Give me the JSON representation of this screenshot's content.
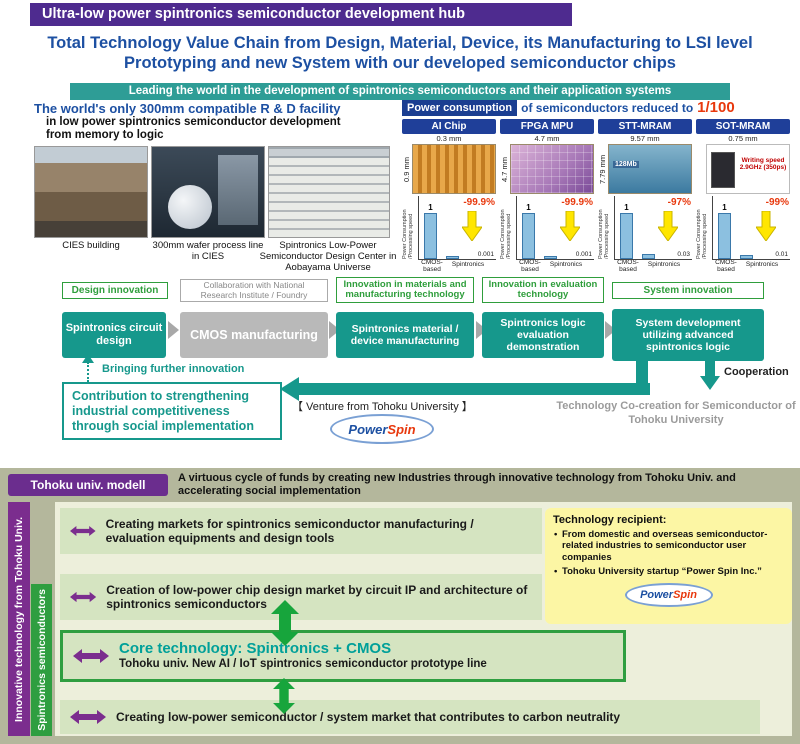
{
  "header": {
    "title": "Ultra-low power spintronics semiconductor development hub",
    "subtitle": "Total Technology Value Chain from Design, Material, Device, its Manufacturing to LSI level Prototyping and new System with our developed semiconductor chips",
    "tagline": "Leading the world in the development of spintronics semiconductors and their application systems"
  },
  "facility": {
    "heading": "The world's only 300mm compatible R & D facility",
    "sub1": "in low power spintronics semiconductor development",
    "sub2": "from memory to logic",
    "captions": [
      "CIES building",
      "300mm wafer process line in CIES",
      "Spintronics Low-Power Semiconductor Design Center in Aobayama Universe"
    ]
  },
  "power": {
    "badge": "Power consumption",
    "rest": "of semiconductors reduced to",
    "fraction": "1/100",
    "y_axis": "Power Consumption /Processing speed",
    "chips": [
      {
        "name": "AI Chip",
        "top_dim": "0.3 mm",
        "side_dim": "0.9 mm",
        "chip_note": "",
        "base": "1",
        "value": "0.001",
        "pct": "-99.9%",
        "x1": "CMOS-based",
        "x2": "Spintronics"
      },
      {
        "name": "FPGA MPU",
        "top_dim": "4.7 mm",
        "side_dim": "4.7 mm",
        "chip_note": "",
        "base": "1",
        "value": "0.001",
        "pct": "-99.9%",
        "x1": "CMOS-based",
        "x2": "Spintronics"
      },
      {
        "name": "STT-MRAM",
        "top_dim": "9.57 mm",
        "side_dim": "7.79 mm",
        "chip_note": "128Mb",
        "base": "1",
        "value": "0.03",
        "pct": "-97%",
        "x1": "CMOS-based",
        "x2": "Spintronics"
      },
      {
        "name": "SOT-MRAM",
        "top_dim": "0.75 mm",
        "side_dim": "",
        "chip_note": "Writing speed 2.9GHz (350ps)",
        "base": "1",
        "value": "0.01",
        "pct": "-99%",
        "x1": "CMOS-based",
        "x2": "Spintronics"
      }
    ]
  },
  "flow": {
    "design_label": "Design innovation",
    "collab": "Collaboration with National Research Institute / Foundry",
    "materials_label": "Innovation in materials and manufacturing technology",
    "evaluation_label": "Innovation in evaluation technology",
    "system_label": "System innovation",
    "steps": [
      "Spintronics circuit design",
      "CMOS manufacturing",
      "Spintronics material / device manufacturing",
      "Spintronics logic evaluation demonstration",
      "System development utilizing advanced spintronics logic"
    ],
    "bringing": "Bringing further innovation",
    "contribution": "Contribution to strengthening industrial competitiveness through social implementation",
    "venture": "【 Venture from Tohoku University 】",
    "cooperation": "Cooperation",
    "cocreation": "Technology Co-creation for Semiconductor of Tohoku University"
  },
  "powerspin": {
    "part1": "Power",
    "part2": "Spin"
  },
  "bottom": {
    "model_label": "Tohoku univ. modell",
    "model_desc": "A virtuous cycle of funds by creating new Industries through innovative technology from Tohoku Univ. and accelerating social implementation",
    "sidebar_purple": "Innovative technology from Tohoku Univ.",
    "sidebar_green": "Spintronics semiconductors",
    "rows": [
      {
        "text": "Creating markets for spintronics semiconductor manufacturing / evaluation equipments and design tools"
      },
      {
        "text": "Creation of low-power chip design market by circuit IP and architecture of spintronics semiconductors"
      },
      {
        "title": "Core technology: Spintronics + CMOS",
        "text": "Tohoku univ. New AI / IoT spintronics semiconductor prototype line"
      },
      {
        "text": "Creating low-power semiconductor / system market that contributes to carbon neutrality"
      }
    ],
    "recipient": {
      "title": "Technology recipient:",
      "bullets": [
        "From domestic and overseas semiconductor-related industries to semiconductor user companies",
        "Tohoku University startup “Power Spin Inc.”"
      ]
    }
  }
}
